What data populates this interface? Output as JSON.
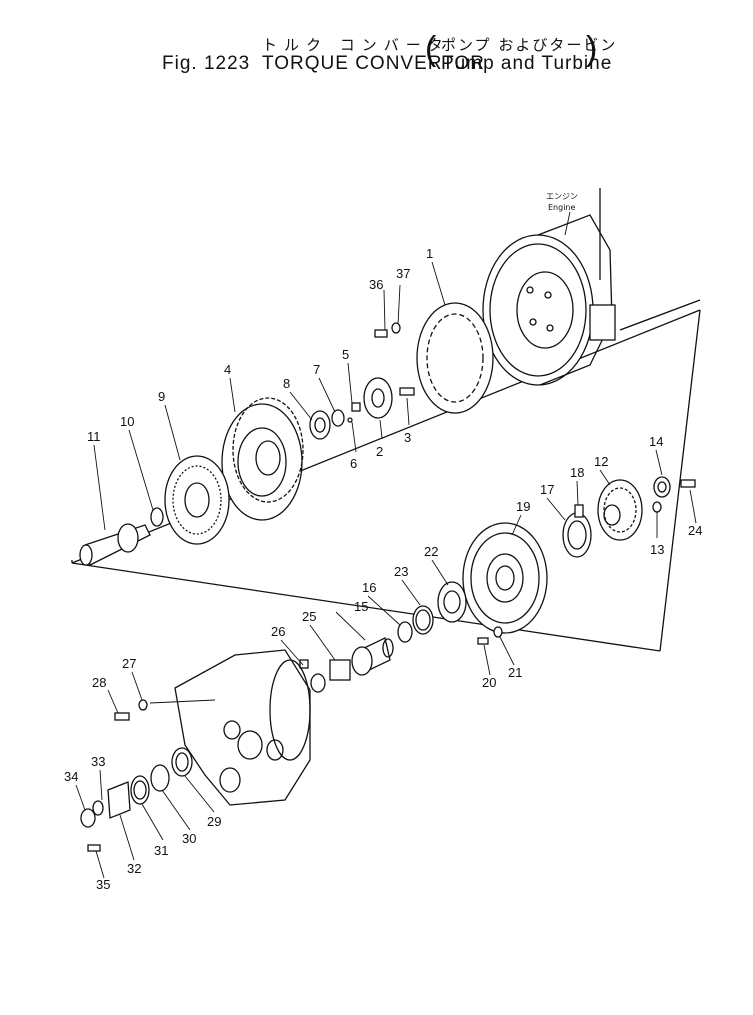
{
  "title": {
    "jp_main": "トルク コンバータ",
    "fig_label": "Fig. 1223",
    "en_main": "TORQUE CONVERTOR",
    "jp_sub": "ポンプ およびタービン",
    "en_sub": "Pump and Turbine"
  },
  "engine": {
    "jp": "エンジン",
    "en": "Engine"
  },
  "parts": [
    "1",
    "2",
    "3",
    "4",
    "5",
    "6",
    "7",
    "8",
    "9",
    "10",
    "11",
    "12",
    "13",
    "14",
    "15",
    "16",
    "17",
    "18",
    "19",
    "20",
    "21",
    "22",
    "23",
    "24",
    "25",
    "26",
    "27",
    "28",
    "29",
    "30",
    "31",
    "32",
    "33",
    "34",
    "35",
    "36",
    "37"
  ]
}
